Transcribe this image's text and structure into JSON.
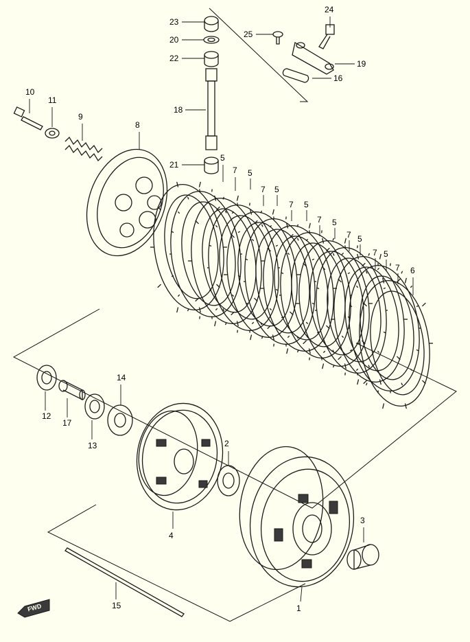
{
  "diagram": {
    "background": "#fffff0",
    "line_color": "#1a1a1a",
    "fwd_label": "FWD",
    "callouts": [
      "1",
      "2",
      "3",
      "4",
      "5",
      "6",
      "7",
      "8",
      "9",
      "10",
      "11",
      "12",
      "13",
      "14",
      "15",
      "16",
      "17",
      "18",
      "19",
      "20",
      "21",
      "22",
      "23",
      "24",
      "25"
    ]
  }
}
